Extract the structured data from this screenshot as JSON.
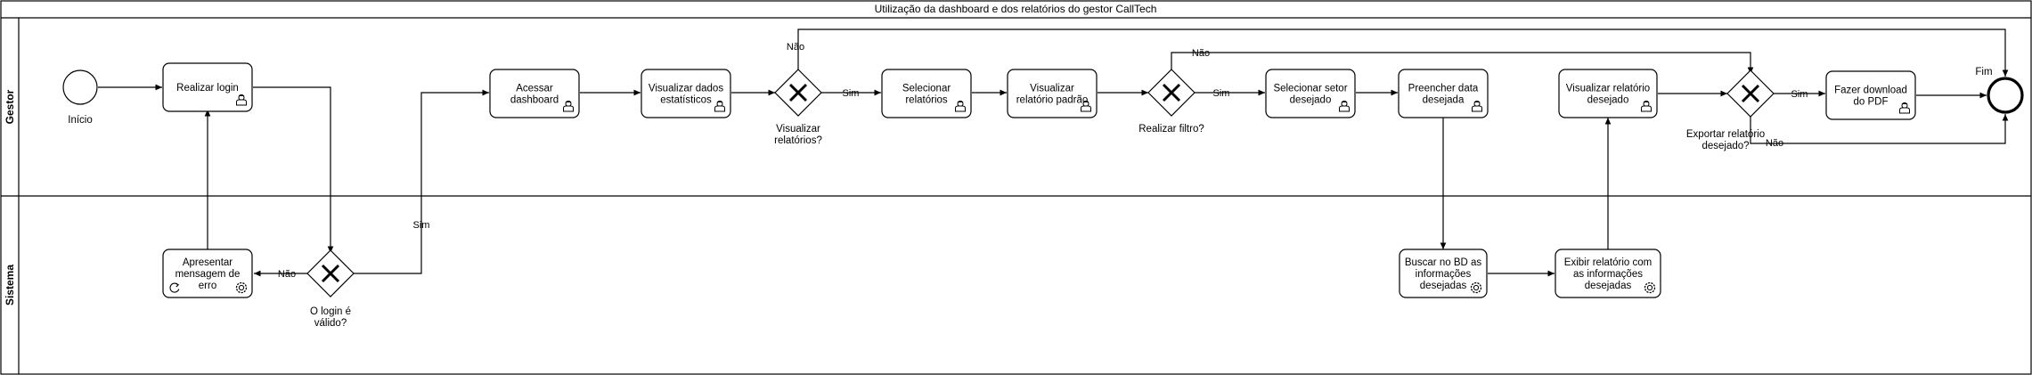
{
  "diagram": {
    "title": "Utilização da dashboard e dos relatórios do gestor CallTech",
    "lanes": [
      "Gestor",
      "Sistema"
    ],
    "start_label": "Início",
    "end_label": "Fim",
    "tasks": [
      {
        "id": "t1",
        "lines": [
          "Realizar login"
        ],
        "kind": "user"
      },
      {
        "id": "t2",
        "lines": [
          "Acessar",
          "dashboard"
        ],
        "kind": "user"
      },
      {
        "id": "t3",
        "lines": [
          "Visualizar dados",
          "estatísticos"
        ],
        "kind": "user"
      },
      {
        "id": "t4",
        "lines": [
          "Selecionar",
          "relatórios"
        ],
        "kind": "user"
      },
      {
        "id": "t5",
        "lines": [
          "Visualizar",
          "relatório padrão"
        ],
        "kind": "user"
      },
      {
        "id": "t6",
        "lines": [
          "Selecionar setor",
          "desejado"
        ],
        "kind": "user"
      },
      {
        "id": "t7",
        "lines": [
          "Preencher data",
          "desejada"
        ],
        "kind": "user"
      },
      {
        "id": "t8",
        "lines": [
          "Visualizar relatório",
          "desejado"
        ],
        "kind": "user"
      },
      {
        "id": "t9",
        "lines": [
          "Fazer download",
          "do PDF"
        ],
        "kind": "user"
      },
      {
        "id": "t10",
        "lines": [
          "Apresentar",
          "mensagem de",
          "erro"
        ],
        "kind": "service-loop"
      },
      {
        "id": "t11",
        "lines": [
          "Buscar no BD as",
          "informações",
          "desejadas"
        ],
        "kind": "service"
      },
      {
        "id": "t12",
        "lines": [
          "Exibir relatório com",
          "as informações",
          "desejadas"
        ],
        "kind": "service"
      }
    ],
    "gateways": [
      {
        "id": "g1",
        "lines": [
          "Visualizar",
          "relatórios?"
        ]
      },
      {
        "id": "g2",
        "lines": [
          "Realizar filtro?"
        ]
      },
      {
        "id": "g3",
        "lines": [
          "Exportar relatório",
          "desejado?"
        ]
      },
      {
        "id": "g4",
        "lines": [
          "O login é",
          "válido?"
        ]
      }
    ],
    "edge_labels": {
      "g1_yes": "Sim",
      "g1_no": "Não",
      "g2_yes": "Sim",
      "g2_no": "Não",
      "g3_yes": "Sim",
      "g3_no": "Não",
      "g4_yes": "Sim",
      "g4_no": "Não"
    }
  }
}
